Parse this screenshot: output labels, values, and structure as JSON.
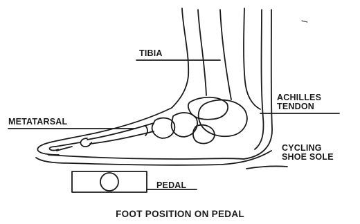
{
  "labels": {
    "tibia": "TIBIA",
    "achilles_line1": "ACHILLES",
    "achilles_line2": "TENDON",
    "metatarsal": "METATARSAL",
    "shoe_line1": "CYCLING",
    "shoe_line2": "SHOE SOLE",
    "pedal": "PEDAL"
  },
  "caption": "FOOT POSITION ON PEDAL",
  "colors": {
    "ink": "#1a1a1a",
    "background": "#ffffff"
  }
}
